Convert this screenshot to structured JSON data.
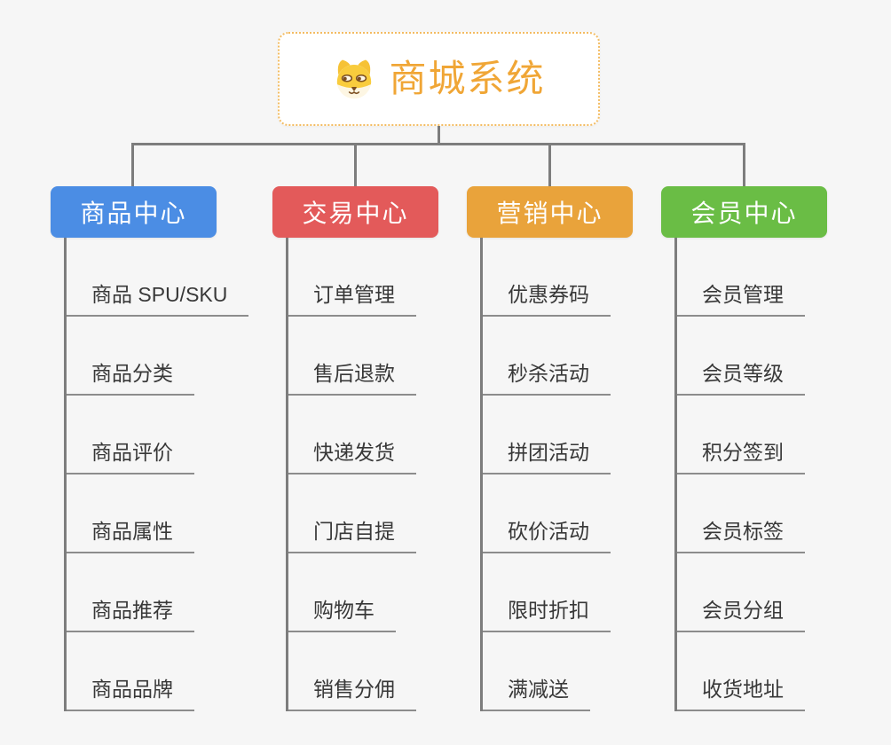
{
  "root": {
    "title": "商城系统",
    "icon": "dog-face-icon"
  },
  "branches": [
    {
      "label": "商品中心",
      "color": "#4b8de4",
      "children": [
        "商品 SPU/SKU",
        "商品分类",
        "商品评价",
        "商品属性",
        "商品推荐",
        "商品品牌"
      ]
    },
    {
      "label": "交易中心",
      "color": "#e35a5a",
      "children": [
        "订单管理",
        "售后退款",
        "快递发货",
        "门店自提",
        "购物车",
        "销售分佣"
      ]
    },
    {
      "label": "营销中心",
      "color": "#e9a33b",
      "children": [
        "优惠券码",
        "秒杀活动",
        "拼团活动",
        "砍价活动",
        "限时折扣",
        "满减送"
      ]
    },
    {
      "label": "会员中心",
      "color": "#6abd45",
      "children": [
        "会员管理",
        "会员等级",
        "积分签到",
        "会员标签",
        "会员分组",
        "收货地址"
      ]
    }
  ],
  "colors": {
    "background": "#f6f6f6",
    "connector": "#7d7d7d",
    "child_underline": "#8c8c8c",
    "child_text": "#383838",
    "root_accent": "#f0a636",
    "root_border": "#f3bc62"
  }
}
